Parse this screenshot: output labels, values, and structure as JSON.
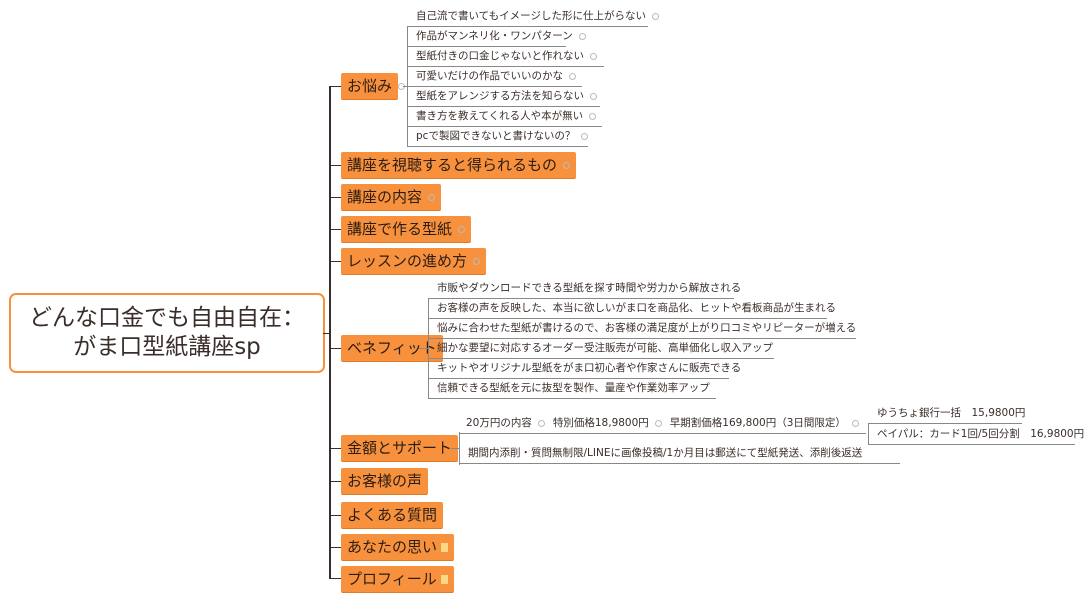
{
  "root": {
    "line1": "どんな口金でも自由自在：",
    "line2": "がま口型紙講座sp"
  },
  "topics": {
    "onayami": {
      "label": "お悩み",
      "items": [
        "自己流で書いてもイメージした形に仕上がらない",
        "作品がマンネリ化・ワンパターン",
        "型紙付きの口金じゃないと作れない",
        "可愛いだけの作品でいいのかな",
        "型紙をアレンジする方法を知らない",
        "書き方を教えてくれる人や本が無い",
        "pcで製図できないと書けないの？"
      ]
    },
    "shichou": {
      "label": "講座を視聴すると得られるもの"
    },
    "naiyou": {
      "label": "講座の内容"
    },
    "katagami": {
      "label": "講座で作る型紙"
    },
    "lesson": {
      "label": "レッスンの進め方"
    },
    "benefit": {
      "label": "ベネフィット",
      "items": [
        "市販やダウンロードできる型紙を探す時間や労力から解放される",
        "お客様の声を反映した、本当に欲しいがま口を商品化、ヒットや看板商品が生まれる",
        "悩みに合わせた型紙が書けるので、お客様の満足度が上がり口コミやリピーターが増える",
        "細かな要望に対応するオーダー受注販売が可能、高単価化し収入アップ",
        "キットやオリジナル型紙をがま口初心者や作家さんに販売できる",
        "信頼できる型紙を元に抜型を製作、量産や作業効率アップ"
      ]
    },
    "kingaku": {
      "label": "金額とサポート",
      "price_chain": [
        "20万円の内容",
        "特別価格18,9800円",
        "早期割価格169,800円（3日間限定）"
      ],
      "payments": [
        "ゆうちょ銀行一括　15,9800円",
        "ペイパル：カード1回/5回分割　16,9800円"
      ],
      "support": "期間内添削・質問無制限/LINEに画像投稿/1か月目は郵送にて型紙発送、添削後返送"
    },
    "koe": {
      "label": "お客様の声"
    },
    "faq": {
      "label": "よくある質問"
    },
    "omoi": {
      "label": "あなたの思い"
    },
    "profile": {
      "label": "プロフィール"
    }
  },
  "colors": {
    "topic": "#f7913d",
    "root_border": "#f7913d"
  }
}
